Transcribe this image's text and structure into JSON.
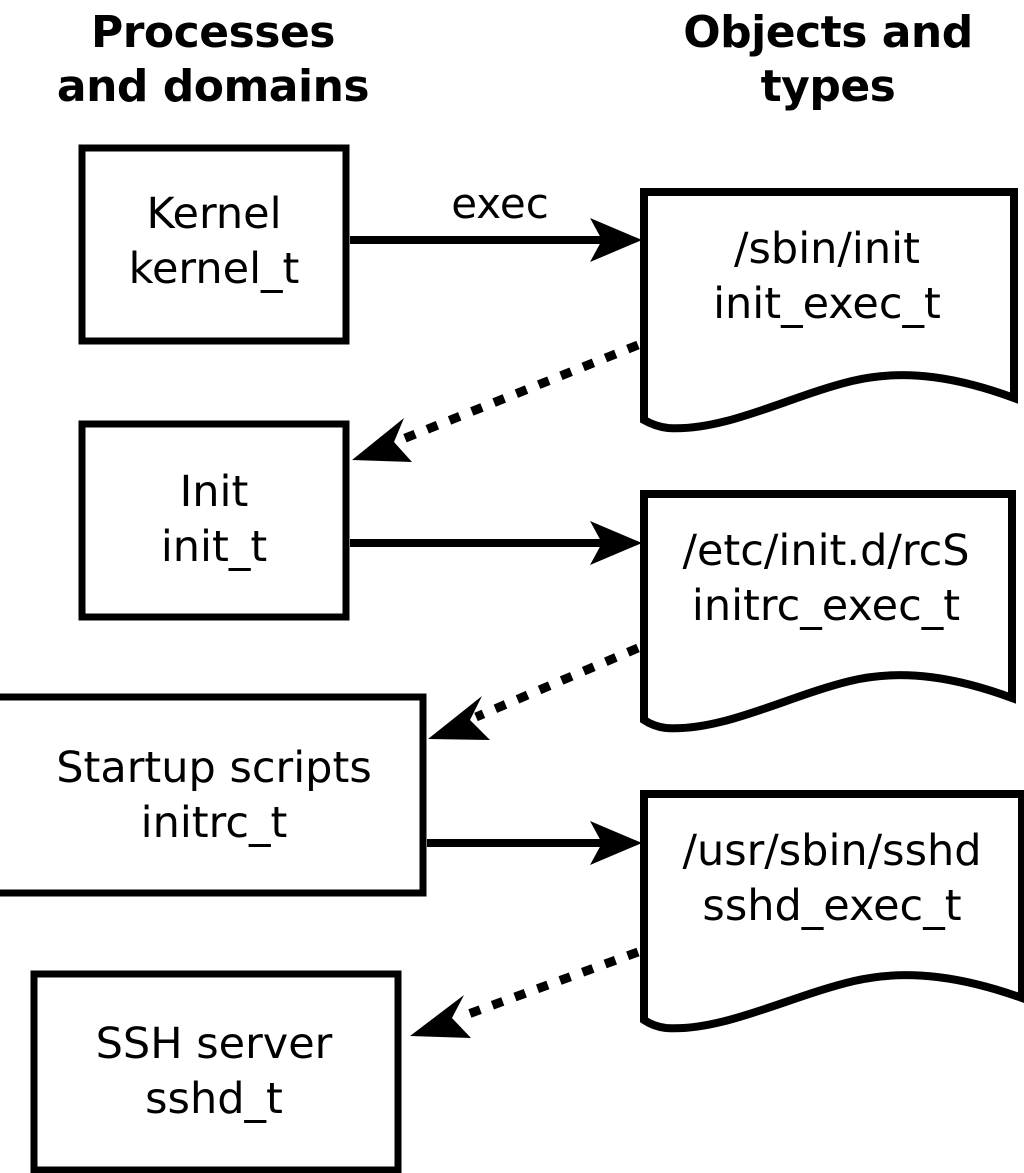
{
  "diagram": {
    "title_left": "Processes\nand domains",
    "columns": [
      {
        "id": "left",
        "line1": "Processes",
        "line2": "and domains"
      },
      {
        "id": "right",
        "line1": "Objects and",
        "line2": "types"
      }
    ],
    "process_nodes": [
      {
        "id": "kernel",
        "line1": "Kernel",
        "line2": "kernel_t"
      },
      {
        "id": "init",
        "line1": "Init",
        "line2": "init_t"
      },
      {
        "id": "initrc",
        "line1": "Startup scripts",
        "line2": "initrc_t"
      },
      {
        "id": "sshd",
        "line1": "SSH server",
        "line2": "sshd_t"
      }
    ],
    "object_nodes": [
      {
        "id": "init_exec",
        "line1": "/sbin/init",
        "line2": "init_exec_t"
      },
      {
        "id": "initrc_exec",
        "line1": "/etc/init.d/rcS",
        "line2": "initrc_exec_t"
      },
      {
        "id": "sshd_exec",
        "line1": "/usr/sbin/sshd",
        "line2": "sshd_exec_t"
      }
    ],
    "edges": [
      {
        "id": "kernel-exec-init_exec",
        "from": "kernel",
        "to": "init_exec",
        "style": "solid",
        "label": "exec"
      },
      {
        "id": "init_exec-transition-init",
        "from": "init_exec",
        "to": "init",
        "style": "dotted",
        "label": ""
      },
      {
        "id": "init-exec-initrc_exec",
        "from": "init",
        "to": "initrc_exec",
        "style": "solid",
        "label": ""
      },
      {
        "id": "initrc_exec-transition-initrc",
        "from": "initrc_exec",
        "to": "initrc",
        "style": "dotted",
        "label": ""
      },
      {
        "id": "initrc-exec-sshd_exec",
        "from": "initrc",
        "to": "sshd_exec",
        "style": "solid",
        "label": ""
      },
      {
        "id": "sshd_exec-transition-sshd",
        "from": "sshd_exec",
        "to": "sshd",
        "style": "dotted",
        "label": ""
      }
    ],
    "colors": {
      "stroke": "#000000",
      "fill": "#ffffff",
      "text": "#000000"
    }
  }
}
